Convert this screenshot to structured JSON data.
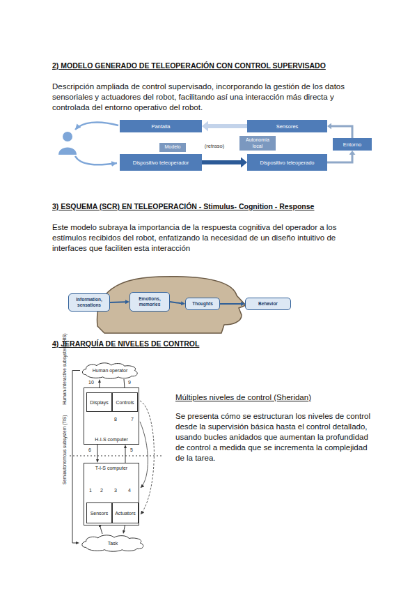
{
  "diagram": {
    "nodes": [
      {
        "text": [
          "Pantalla"
        ]
      },
      {
        "text": [
          "Sensores"
        ]
      },
      {
        "text": [
          "Modelo"
        ]
      },
      {
        "text": [
          "Autonomía local"
        ]
      },
      {
        "text": [
          "Entorno"
        ]
      },
      {
        "text": [
          "Dispositivo teleoperador"
        ]
      },
      {
        "text": [
          "Dispositivo teleoperado"
        ]
      },
      {
        "text": [
          "Information, sensations"
        ]
      },
      {
        "text": [
          "Emotions, memories"
        ]
      },
      {
        "text": [
          "Thoughts"
        ]
      },
      {
        "text": [
          "Behavior"
        ]
      },
      {
        "text": [
          "Human operator"
        ]
      },
      {
        "text": [
          "H-I-S computer"
        ]
      },
      {
        "text": [
          "Displays"
        ],
        "in": 12
      },
      {
        "text": [
          "Controls"
        ],
        "in": 12
      },
      {
        "text": [
          "T-I-S computer"
        ]
      },
      {
        "text": [
          "Sensors"
        ],
        "in": 15
      },
      {
        "text": [
          "Actuators"
        ],
        "in": 15
      },
      {
        "text": [
          "Task"
        ]
      }
    ],
    "edges": [
      {
        "from": 1,
        "to": 0,
        "arrow": "to"
      },
      {
        "from": 5,
        "to": 6,
        "arrow": "to"
      },
      {
        "from": 6,
        "to": 4,
        "arrow": "to"
      },
      {
        "from": 4,
        "to": 1,
        "arrow": "to"
      },
      {
        "from": 7,
        "to": 8,
        "arrow": "to"
      },
      {
        "from": 8,
        "to": 9,
        "arrow": "to"
      },
      {
        "from": 9,
        "to": 10,
        "arrow": "to"
      },
      {
        "from": 13,
        "to": 11,
        "arrow": "to"
      },
      {
        "from": 11,
        "to": 14,
        "arrow": "to"
      },
      {
        "from": 12,
        "to": 15,
        "arrow": "to"
      },
      {
        "from": 15,
        "to": 12,
        "arrow": "to"
      },
      {
        "from": 17,
        "to": 18,
        "arrow": "to"
      },
      {
        "from": 18,
        "to": 16,
        "arrow": "to"
      },
      {
        "from": 11,
        "to": 18,
        "arrow": "to"
      }
    ],
    "labels": [
      "2) MODELO GENERADO DE TELEOPERACIÓN CON CONTROL SUPERVISADO",
      "Descripción ampliada de control supervisado, incorporando la gestión de los datos sensoriales y actuadores del robot, facilitando así una interacción más directa y controlada del entorno operativo del robot.",
      "(retraso)",
      "3) ESQUEMA (SCR) EN TELEOPERACIÓN - Stimulus- Cognition - Response",
      "Este modelo subraya la importancia de la respuesta cognitiva del operador a los estímulos recibidos del robot, enfatizando la necesidad de un diseño intuitivo de interfaces que faciliten esta interacción",
      "4) JERARQUÍA DE NIVELES DE CONTROL",
      "Human-interactive subsystem (HIS)",
      "Semiautonomous subsystem (TIS)",
      "10",
      "9",
      "8",
      "7",
      "6",
      "5",
      "1",
      "2",
      "3",
      "4",
      "Múltiples niveles de control (Sheridan)",
      "Se presenta cómo se estructuran los niveles de control desde la supervisión básica hasta el control detallado, usando bucles anidados que aumentan la profundidad de control a medida que se incrementa la complejidad de la tarea."
    ]
  }
}
